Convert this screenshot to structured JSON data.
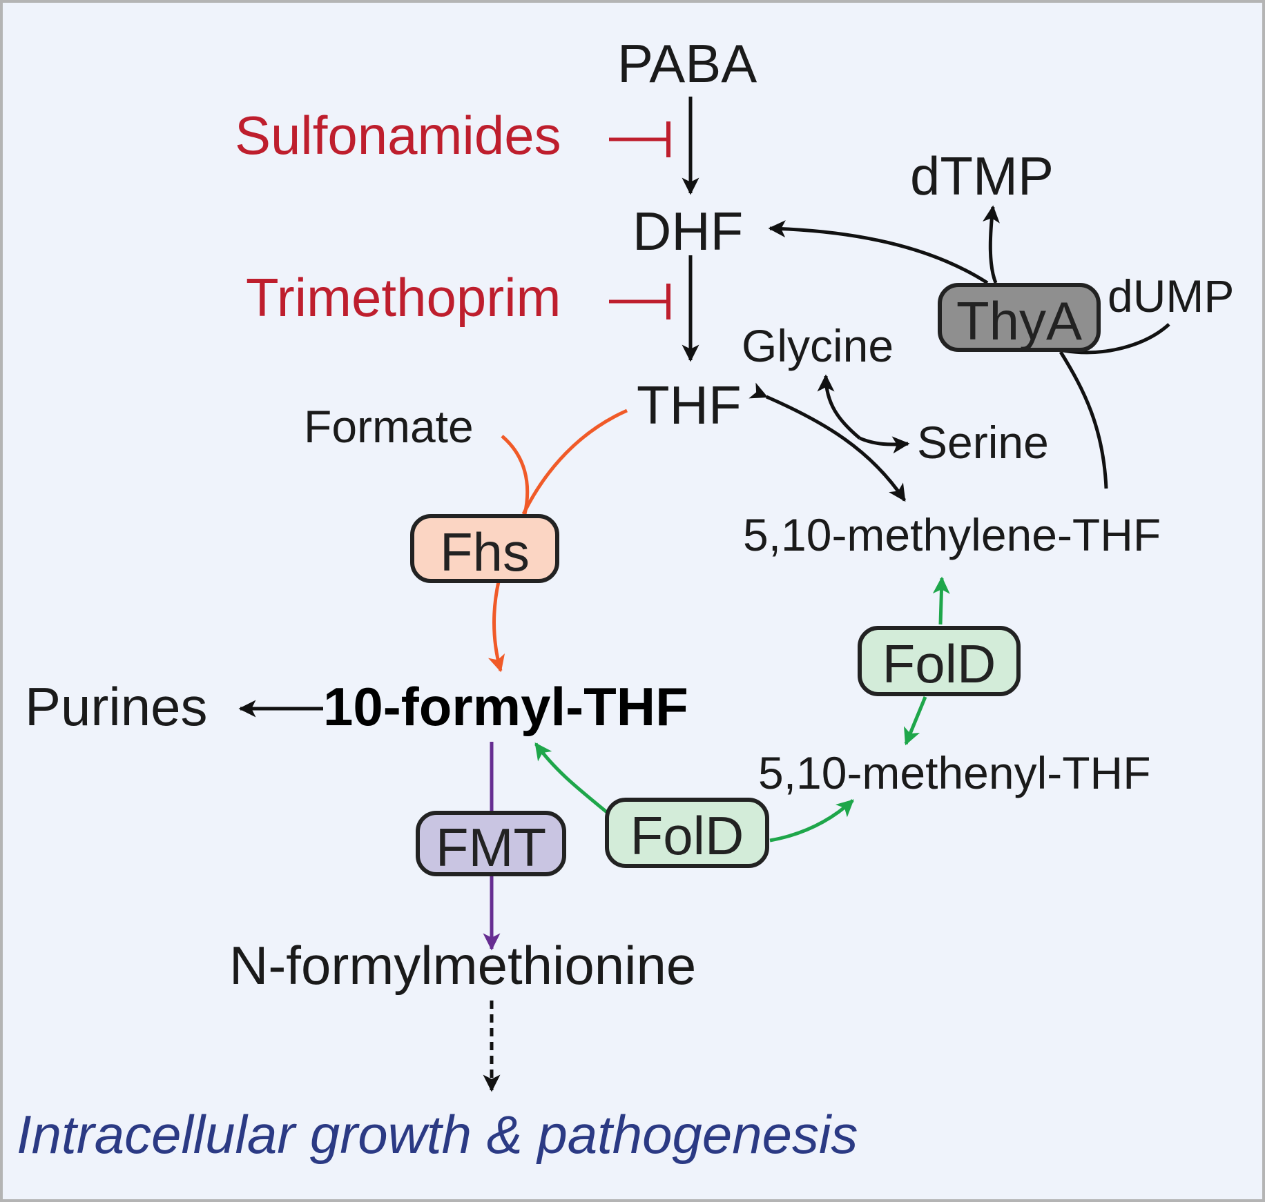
{
  "nodes": {
    "paba": "PABA",
    "dhf": "DHF",
    "thf": "THF",
    "dtmp": "dTMP",
    "dump": "dUMP",
    "glycine": "Glycine",
    "serine": "Serine",
    "formate": "Formate",
    "methylene_thf": "5,10-methylene-THF",
    "methenyl_thf": "5,10-methenyl-THF",
    "formyl_thf": "10-formyl-THF",
    "purines": "Purines",
    "n_formylmethionine": "N-formylmethionine",
    "outcome": "Intracellular growth & pathogenesis"
  },
  "inhibitors": {
    "sulfonamides": "Sulfonamides",
    "trimethoprim": "Trimethoprim"
  },
  "enzymes": {
    "thya": {
      "label": "ThyA",
      "color": "#8f8f8f"
    },
    "fhs": {
      "label": "Fhs",
      "color": "#fbd5c3"
    },
    "fold_upper": {
      "label": "FolD",
      "color": "#d3ecd9"
    },
    "fold_lower": {
      "label": "FolD",
      "color": "#d3ecd9"
    },
    "fmt": {
      "label": "FMT",
      "color": "#c9c5e2"
    }
  },
  "colors": {
    "background": "#eff3fb",
    "inhibitor": "#be1e2d",
    "fhs_path": "#f05a28",
    "fold_path": "#1ea64a",
    "fmt_path": "#662d91",
    "outcome_text": "#2b3a84"
  }
}
